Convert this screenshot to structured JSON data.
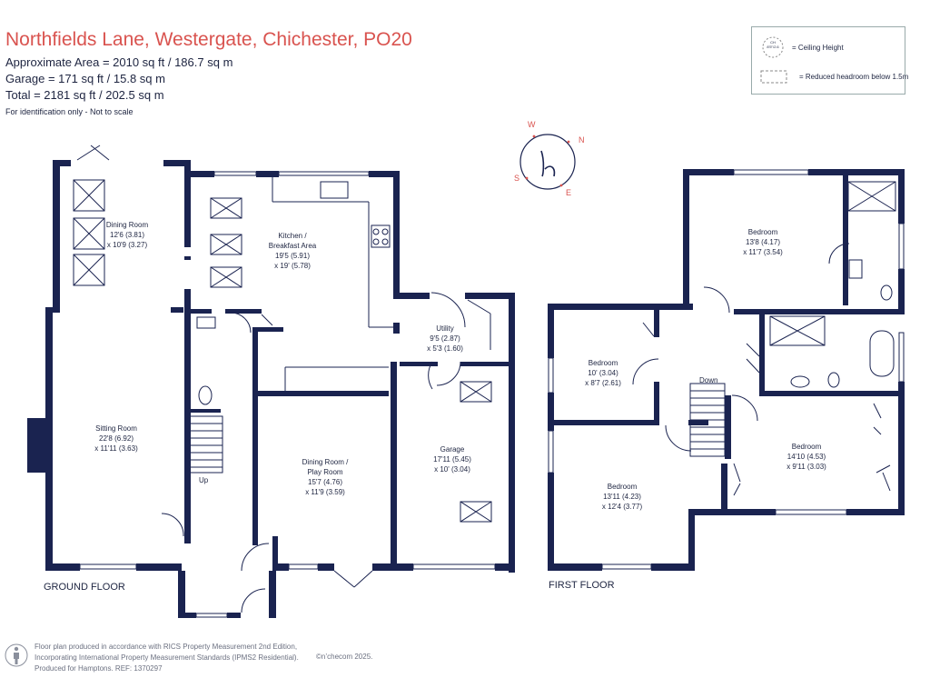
{
  "header": {
    "title": "Northfields Lane, Westergate, Chichester, PO20",
    "approx_area": "Approximate Area = 2010 sq ft / 186.7 sq m",
    "garage": "Garage = 171 sq ft / 15.8 sq m",
    "total": "Total = 2181 sq ft / 202.5 sq m",
    "disclaimer": "For identification only - Not to scale"
  },
  "legend": {
    "ceiling_symbol": "CH 8'5\"/2.6",
    "ceiling_label": "= Ceiling Height",
    "reduced_label": "= Reduced headroom below 1.5m"
  },
  "compass": {
    "w": "W",
    "n": "N",
    "s": "S",
    "e": "E"
  },
  "ground_floor": {
    "label": "GROUND FLOOR",
    "rooms": [
      {
        "name": "Dining Room",
        "dims": [
          "12'6 (3.81)",
          "x 10'9 (3.27)"
        ]
      },
      {
        "name": "Kitchen /",
        "dims": [
          "Breakfast Area",
          "19'5 (5.91)",
          "x 19' (5.78)"
        ]
      },
      {
        "name": "Utility",
        "dims": [
          "9'5 (2.87)",
          "x 5'3 (1.60)"
        ]
      },
      {
        "name": "Sitting Room",
        "dims": [
          "22'8 (6.92)",
          "x 11'11 (3.63)"
        ]
      },
      {
        "name": "Dining Room /",
        "dims": [
          "Play Room",
          "15'7 (4.76)",
          "x 11'9 (3.59)"
        ]
      },
      {
        "name": "Garage",
        "dims": [
          "17'11 (5.45)",
          "x 10' (3.04)"
        ]
      }
    ],
    "stair_label": "Up"
  },
  "first_floor": {
    "label": "FIRST FLOOR",
    "rooms": [
      {
        "name": "Bedroom",
        "dims": [
          "13'8 (4.17)",
          "x 11'7 (3.54)"
        ]
      },
      {
        "name": "Bedroom",
        "dims": [
          "10' (3.04)",
          "x 8'7 (2.61)"
        ]
      },
      {
        "name": "Bedroom",
        "dims": [
          "13'11 (4.23)",
          "x 12'4 (3.77)"
        ]
      },
      {
        "name": "Bedroom",
        "dims": [
          "14'10 (4.53)",
          "x 9'11 (3.03)"
        ]
      }
    ],
    "stair_label": "Down"
  },
  "footer": {
    "line1": "Floor plan produced in accordance with RICS Property Measurement 2nd Edition,",
    "line2": "Incorporating International Property Measurement Standards (IPMS2 Residential).",
    "line3": "Produced for Hamptons.   REF:  1370297",
    "brand": "©n’checom 2025."
  },
  "colors": {
    "wall": "#1a2350",
    "title": "#d9534f",
    "accent": "#d9534f"
  }
}
